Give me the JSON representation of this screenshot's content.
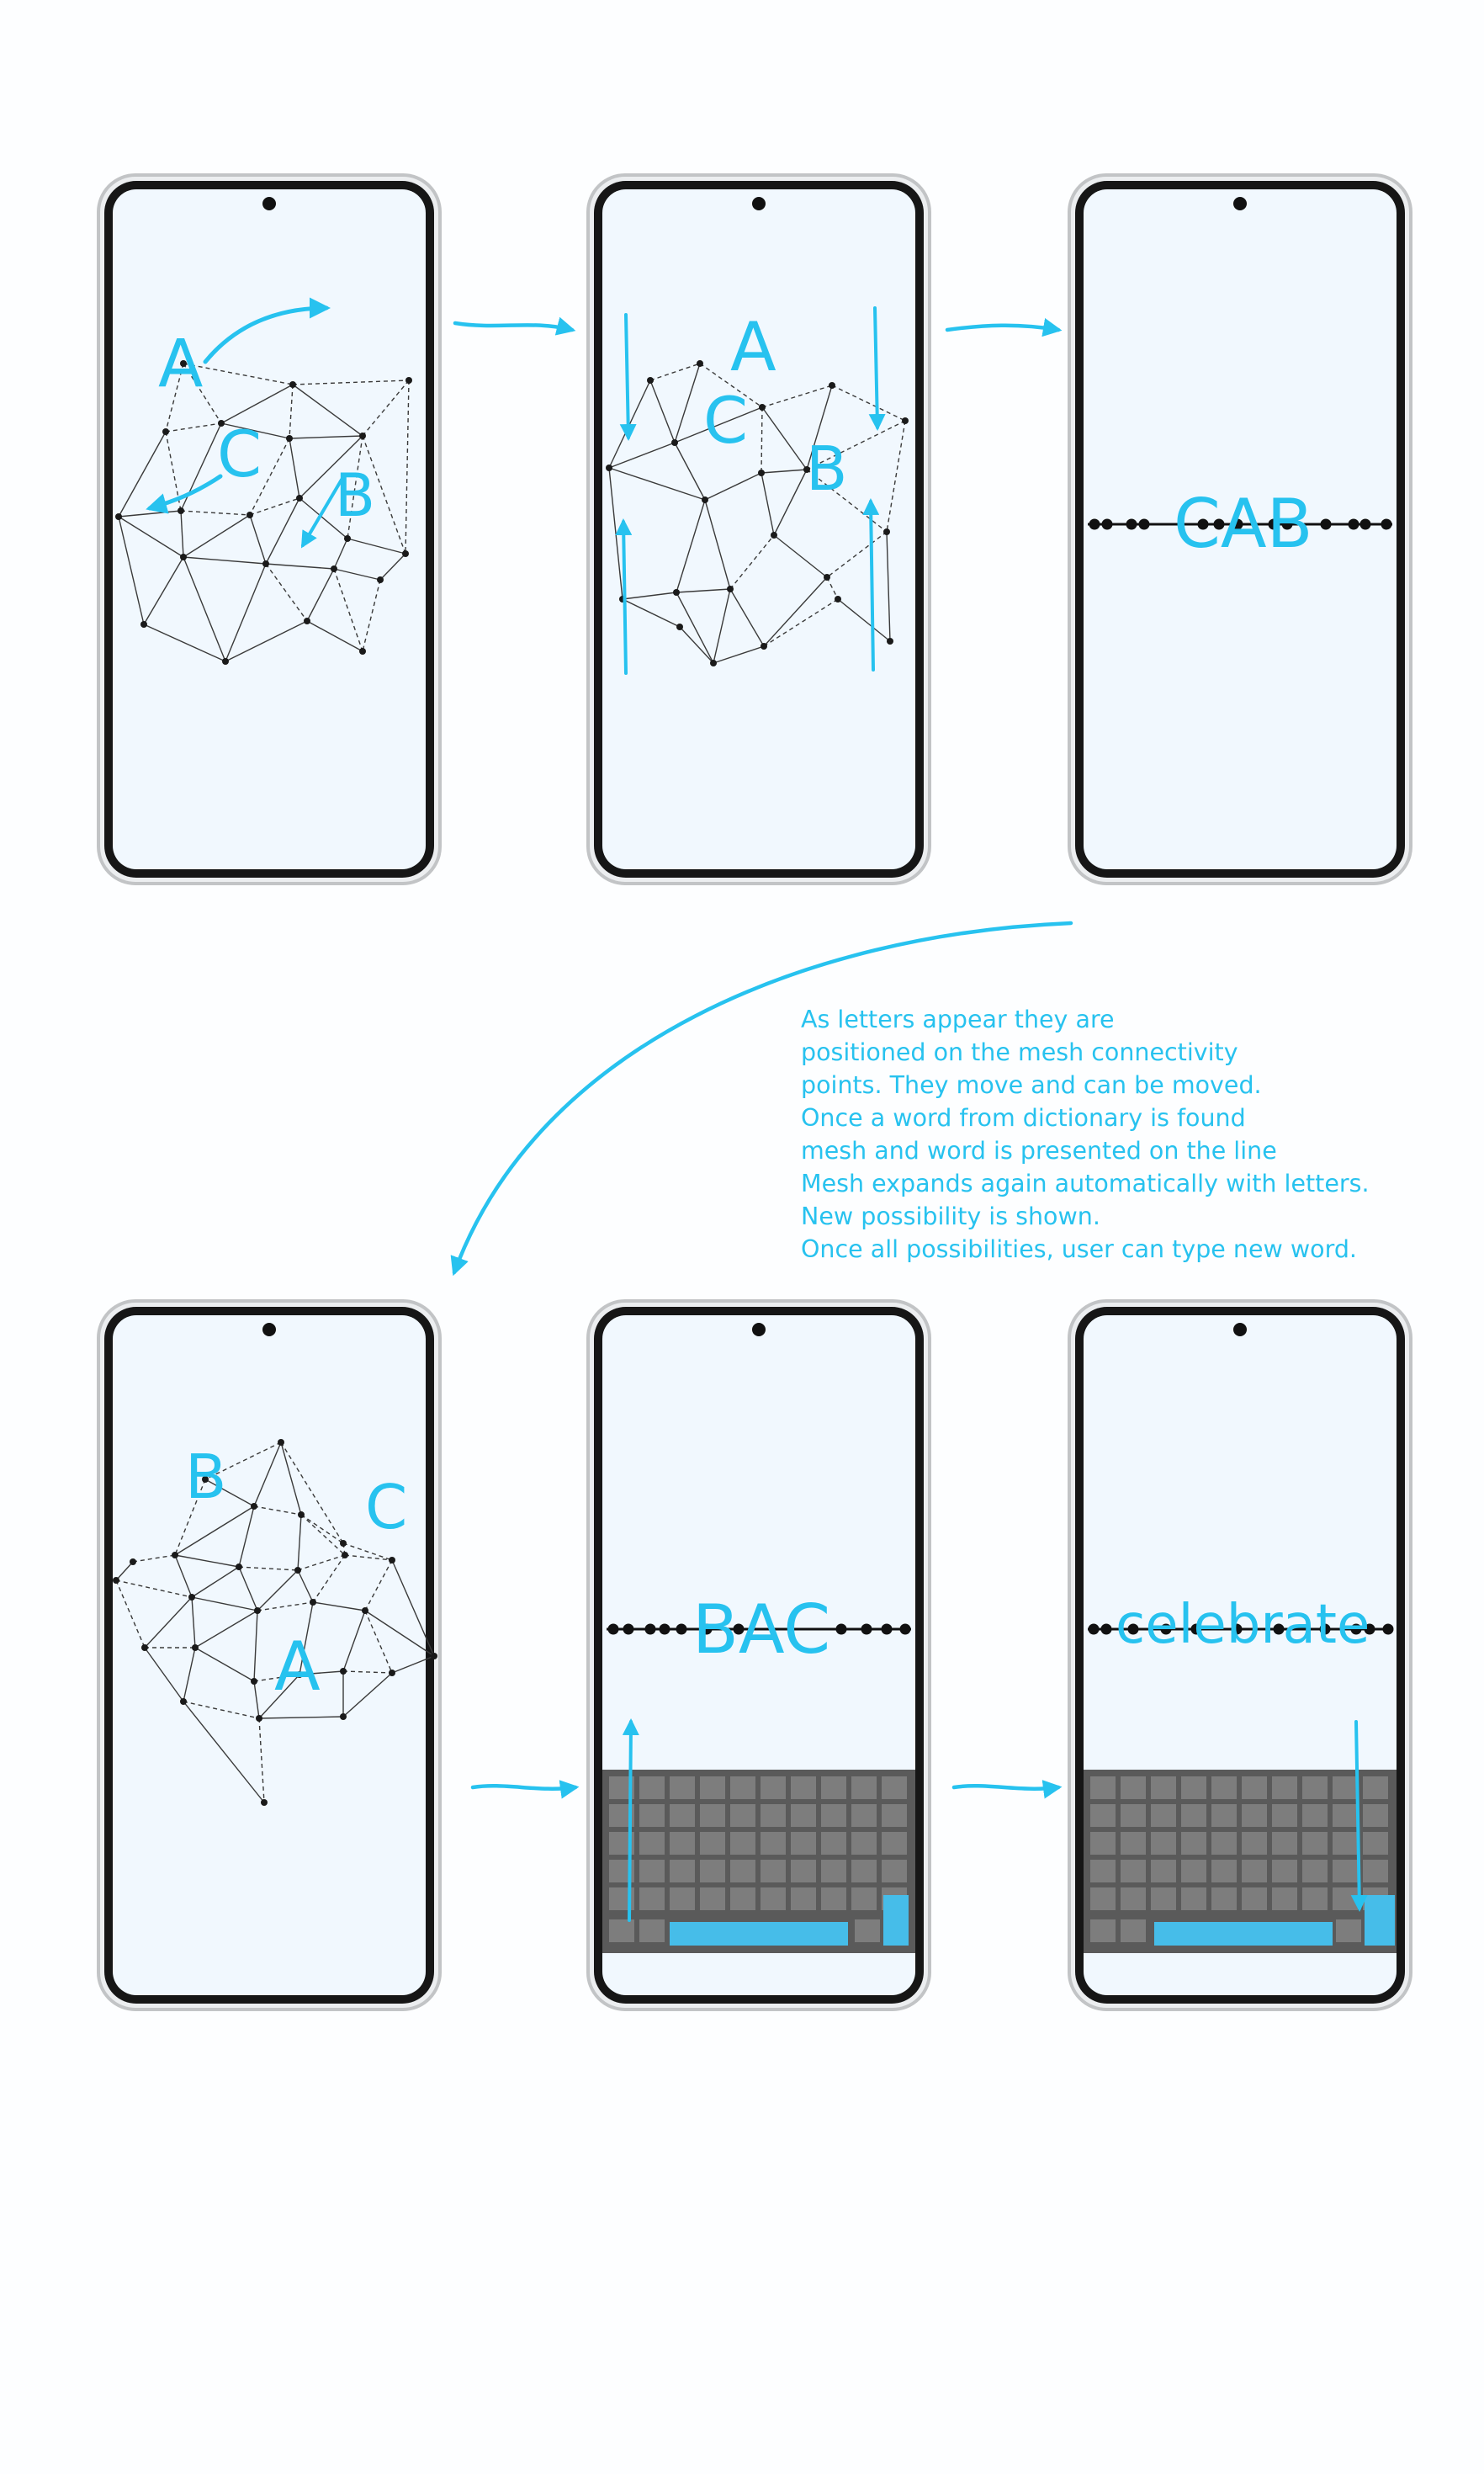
{
  "letters": {
    "p1_a": "A",
    "p1_c": "C",
    "p1_b": "B",
    "p2_a": "A",
    "p2_c": "C",
    "p2_b": "B",
    "p4_b": "B",
    "p4_c": "C",
    "p4_a": "A"
  },
  "words": {
    "p3": "CAB",
    "p5": "BAC",
    "p6": "celebrate"
  },
  "annotation": {
    "lines": [
      "As letters appear they are",
      "positioned on the mesh connectivity",
      "points. They move and can be moved.",
      "Once a word from dictionary is found",
      "mesh and word is presented on the line",
      "Mesh expands again automatically with letters.",
      "New possibility is shown.",
      "Once all possibilities, user can type new word."
    ]
  },
  "colors": {
    "accent": "#27c2ef",
    "screen": "#f1f8fe",
    "keyboard": "#5a5a5a",
    "key": "#7d7d7d"
  }
}
